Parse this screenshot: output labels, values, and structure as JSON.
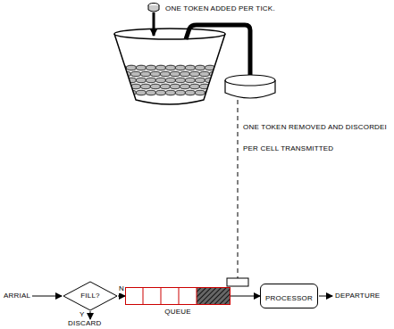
{
  "diagram": {
    "nodes": [
      {
        "text": [
          "FILL?"
        ]
      },
      {
        "text": [
          "QUEUE"
        ]
      },
      {
        "text": [
          "PROCESSOR"
        ]
      }
    ],
    "edges": [
      {
        "from": 0,
        "to": 1,
        "label": "N",
        "arrow": "to"
      },
      {
        "from": 1,
        "to": 2,
        "arrow": "to"
      }
    ],
    "labels": [
      "ONE TOKEN ADDED PER TICK.",
      "ONE TOKEN REMOVED AND DISCORDEI PER CELL TRANSMITTED",
      "ARRIAL",
      "Y",
      "DISCARD",
      "DEPARTURE"
    ]
  }
}
